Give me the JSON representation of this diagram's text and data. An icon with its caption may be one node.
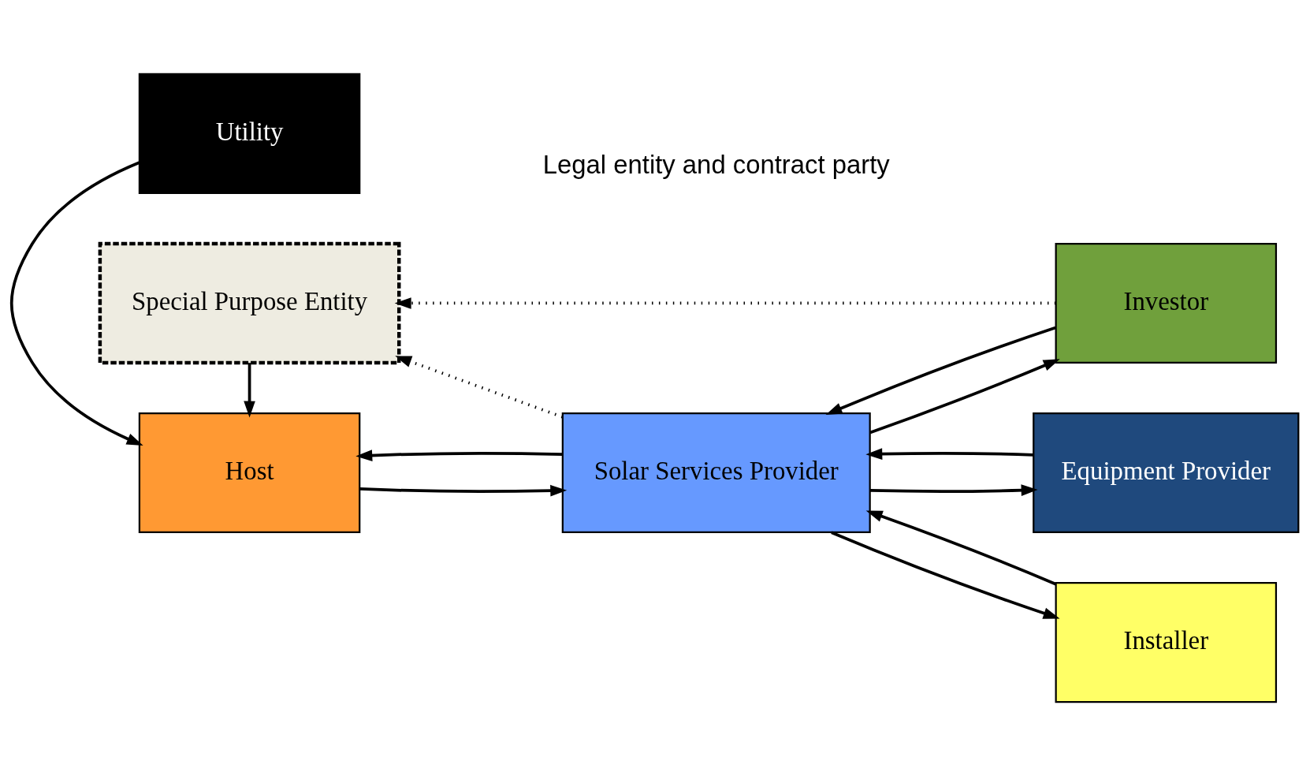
{
  "diagram": {
    "nodes": [
      {
        "text": [
          "Utility"
        ]
      },
      {
        "text": [
          "Host"
        ]
      },
      {
        "text": [
          "Solar Services Provider"
        ]
      },
      {
        "text": [
          "Equipment Provider"
        ]
      },
      {
        "text": [
          "Installer"
        ]
      },
      {
        "text": [
          "Investor"
        ]
      },
      {
        "text": [
          "Special Purpose Entity"
        ]
      }
    ],
    "edges": [
      {
        "from": 0,
        "to": 1,
        "arrow": "to"
      },
      {
        "from": 2,
        "to": 1,
        "arrow": "to"
      },
      {
        "from": 1,
        "to": 2,
        "arrow": "to"
      },
      {
        "from": 2,
        "to": 3,
        "arrow": "to"
      },
      {
        "from": 3,
        "to": 2,
        "arrow": "to"
      },
      {
        "from": 2,
        "to": 4,
        "arrow": "to"
      },
      {
        "from": 4,
        "to": 2,
        "arrow": "to"
      },
      {
        "from": 5,
        "to": 2,
        "arrow": "to"
      },
      {
        "from": 2,
        "to": 5,
        "arrow": "to"
      },
      {
        "from": 6,
        "to": 1,
        "arrow": "to"
      },
      {
        "from": 2,
        "to": 6,
        "arrow": "to",
        "style": "dashed"
      },
      {
        "from": 5,
        "to": 6,
        "arrow": "to",
        "style": "dashed"
      }
    ],
    "labels": [
      "Legal entity and contract party"
    ]
  }
}
